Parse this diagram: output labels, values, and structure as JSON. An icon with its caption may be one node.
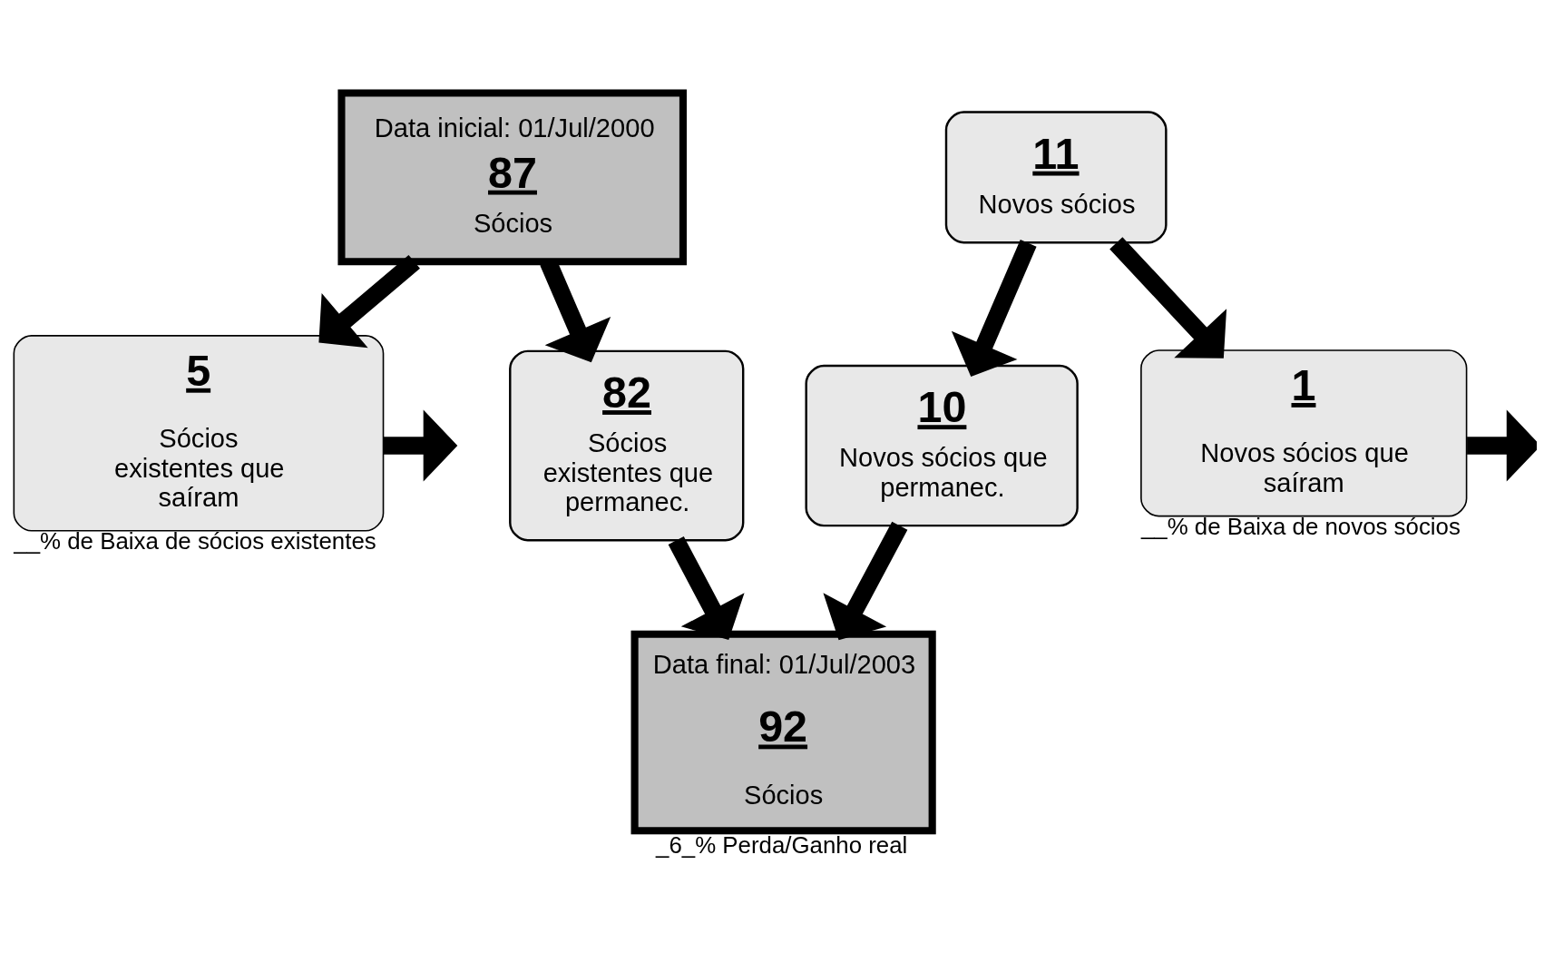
{
  "diagram": {
    "nodes": [
      {
        "text": [
          "Data inicial: 01/Jul/2000",
          "87",
          "Sócios"
        ]
      },
      {
        "text": [
          "5",
          "Sócios existentes que saíram"
        ],
        "beside": [
          "__% de Baixa de sócios existentes"
        ]
      },
      {
        "text": [
          "82",
          "Sócios existentes que permanec."
        ]
      },
      {
        "text": [
          "11",
          "Novos sócios"
        ]
      },
      {
        "text": [
          "10",
          "Novos sócios que permanec."
        ]
      },
      {
        "text": [
          "1",
          "Novos sócios que saíram"
        ],
        "beside": [
          "__% de Baixa de novos sócios"
        ]
      },
      {
        "text": [
          "Data final: 01/Jul/2003",
          "92",
          "Sócios"
        ],
        "beside": [
          "_6_% Perda/Ganho real"
        ]
      }
    ],
    "edges": [
      {
        "from": 0,
        "to": 1,
        "arrow": "to"
      },
      {
        "from": 0,
        "to": 2,
        "arrow": "to"
      },
      {
        "from": 1,
        "to": null,
        "arrow": "to"
      },
      {
        "from": 3,
        "to": 5,
        "arrow": "to"
      },
      {
        "from": 3,
        "to": 4,
        "arrow": "to"
      },
      {
        "from": 5,
        "to": null,
        "arrow": "to"
      },
      {
        "from": 2,
        "to": 6,
        "arrow": "to"
      },
      {
        "from": 4,
        "to": 6,
        "arrow": "to"
      }
    ]
  }
}
